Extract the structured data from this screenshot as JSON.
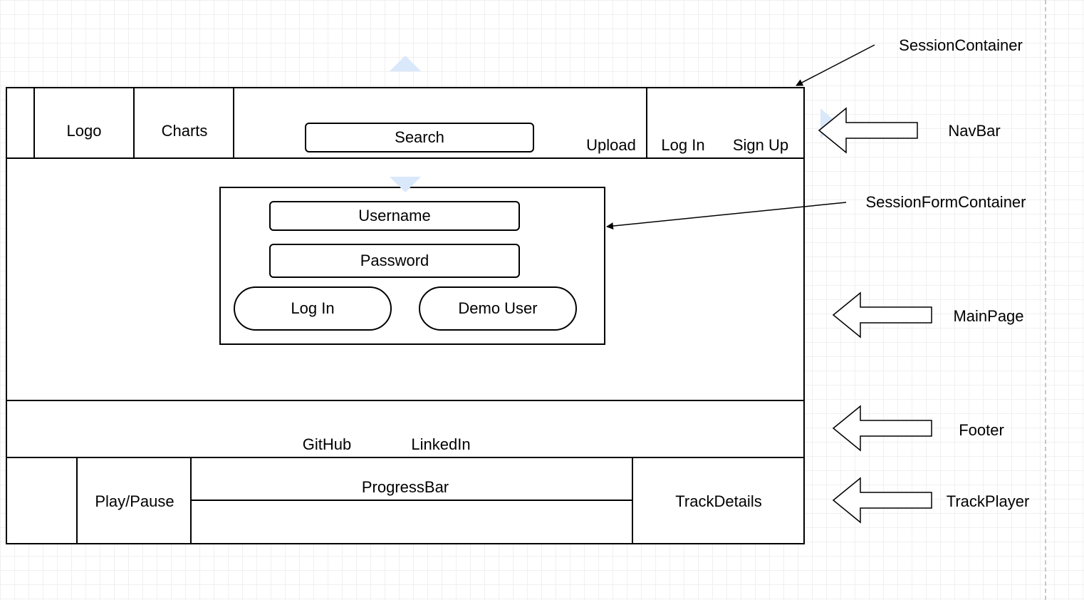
{
  "navbar": {
    "logo": "Logo",
    "charts": "Charts",
    "search": "Search",
    "upload": "Upload",
    "login": "Log In",
    "signup": "Sign Up"
  },
  "session_form": {
    "username": "Username",
    "password": "Password",
    "login_button": "Log In",
    "demo_button": "Demo User"
  },
  "footer": {
    "github": "GitHub",
    "linkedin": "LinkedIn"
  },
  "track_player": {
    "play_pause": "Play/Pause",
    "progress_bar": "ProgressBar",
    "track_details": "TrackDetails"
  },
  "annotations": {
    "session_container": "SessionContainer",
    "navbar": "NavBar",
    "session_form_container": "SessionFormContainer",
    "main_page": "MainPage",
    "footer": "Footer",
    "track_player": "TrackPlayer"
  }
}
